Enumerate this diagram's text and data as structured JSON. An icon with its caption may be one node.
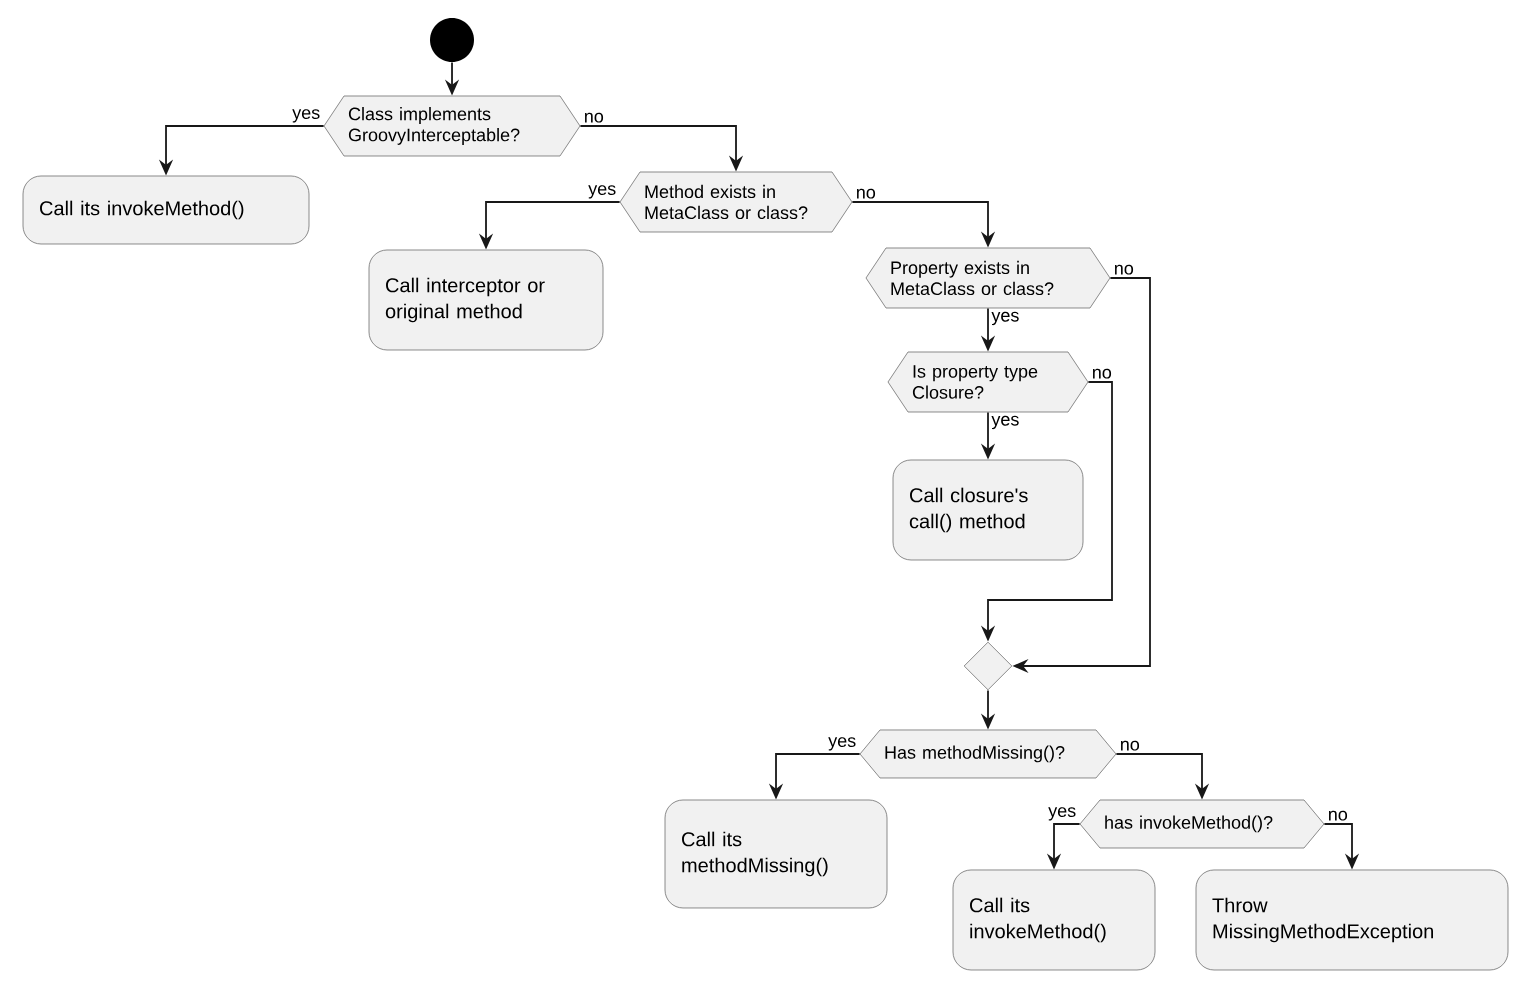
{
  "diagram": {
    "nodes": [
      {
        "text": [],
        "shape": "circle"
      },
      {
        "text": [
          "Class implements GroovyInterceptable?"
        ]
      },
      {
        "text": [
          "Call its invokeMethod()"
        ]
      },
      {
        "text": [
          "Method exists in MetaClass or class?"
        ]
      },
      {
        "text": [
          "Call interceptor or original method"
        ]
      },
      {
        "text": [
          "Property exists in MetaClass or class?"
        ]
      },
      {
        "text": [
          "Is property type Closure?"
        ]
      },
      {
        "text": [
          "Call closure's call() method"
        ]
      },
      {
        "text": [],
        "shape": "diamond"
      },
      {
        "text": [
          "Has methodMissing()?"
        ]
      },
      {
        "text": [
          "Call its methodMissing()"
        ]
      },
      {
        "text": [
          "has invokeMethod()?"
        ]
      },
      {
        "text": [
          "Call its invokeMethod()"
        ]
      },
      {
        "text": [
          "Throw MissingMethodException"
        ]
      }
    ],
    "edges": [
      {
        "from": 0,
        "to": 1,
        "arrow": "to"
      },
      {
        "from": 1,
        "to": 2,
        "arrow": "to",
        "label": "yes"
      },
      {
        "from": 1,
        "to": 3,
        "arrow": "to",
        "label": "no"
      },
      {
        "from": 3,
        "to": 4,
        "arrow": "to",
        "label": "yes"
      },
      {
        "from": 3,
        "to": 5,
        "arrow": "to",
        "label": "no"
      },
      {
        "from": 5,
        "to": 6,
        "arrow": "to",
        "label": "yes"
      },
      {
        "from": 5,
        "to": 8,
        "arrow": "to",
        "label": "no"
      },
      {
        "from": 6,
        "to": 7,
        "arrow": "to",
        "label": "yes"
      },
      {
        "from": 6,
        "to": 8,
        "arrow": "to",
        "label": "no"
      },
      {
        "from": 8,
        "to": 9,
        "arrow": "to"
      },
      {
        "from": 9,
        "to": 10,
        "arrow": "to",
        "label": "yes"
      },
      {
        "from": 9,
        "to": 11,
        "arrow": "to",
        "label": "no"
      },
      {
        "from": 11,
        "to": 12,
        "arrow": "to",
        "label": "yes"
      },
      {
        "from": 11,
        "to": 13,
        "arrow": "to",
        "label": "no"
      }
    ]
  }
}
